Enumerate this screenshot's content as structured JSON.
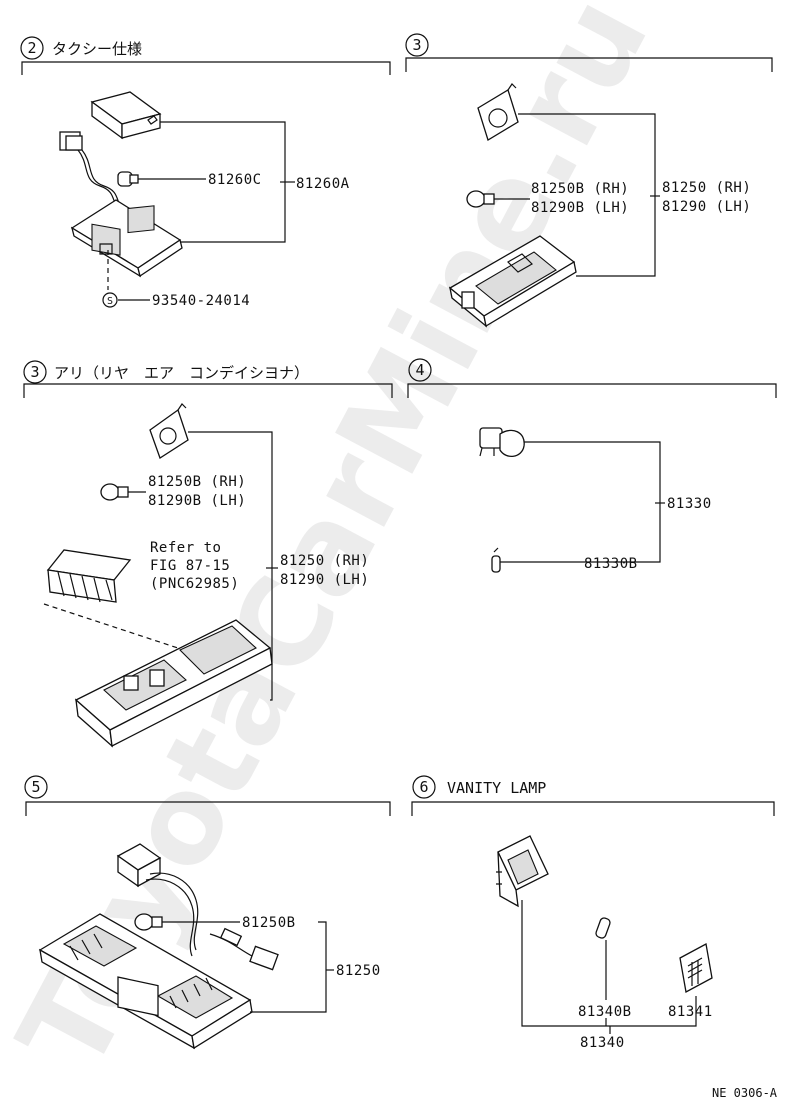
{
  "sections": [
    {
      "num": "2",
      "title": "タクシー仕様",
      "labels": {
        "bulb": "81260C",
        "assy": "81260A",
        "screw": "93540-24014",
        "screw_mark": "S"
      }
    },
    {
      "num": "3",
      "title": "",
      "labels": {
        "bulb": "81250B (RH)",
        "bulb2": "81290B (LH)",
        "assy": "81250 (RH)",
        "assy2": "81290 (LH)"
      }
    },
    {
      "num": "3",
      "title": "アリ（リヤ　エア　コンデイシヨナ）",
      "labels": {
        "bulb": "81250B (RH)",
        "bulb2": "81290B (LH)",
        "refer1": "Refer to",
        "refer2": "FIG 87-15",
        "refer3": "(PNC62985)",
        "assy": "81250 (RH)",
        "assy2": "81290 (LH)"
      }
    },
    {
      "num": "4",
      "title": "",
      "labels": {
        "assy": "81330",
        "bulb": "81330B"
      }
    },
    {
      "num": "5",
      "title": "",
      "labels": {
        "bulb": "81250B",
        "assy": "81250"
      }
    },
    {
      "num": "6",
      "title": "VANITY  LAMP",
      "labels": {
        "bulb": "81340B",
        "lens": "81341",
        "assy": "81340"
      }
    }
  ],
  "footer": {
    "code": "NE  0306-A"
  },
  "watermark": "ToyotaCarMine.ru"
}
